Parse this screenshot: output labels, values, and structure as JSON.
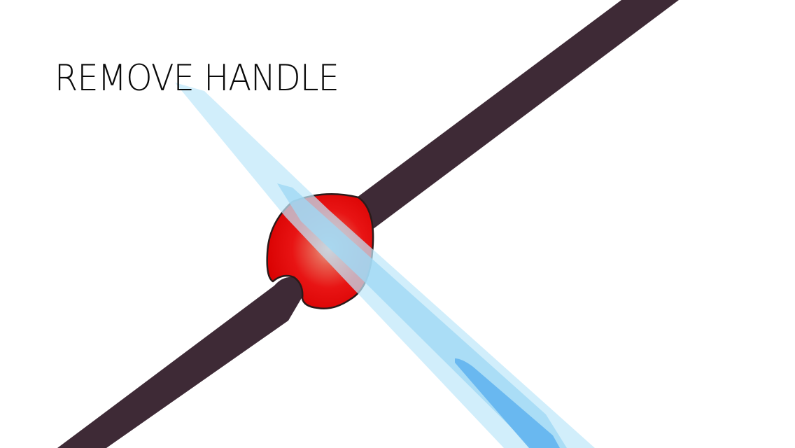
{
  "instruction": {
    "title": "REMOVE HANDLE"
  },
  "scene": {
    "handle": {
      "kind": "handle",
      "color": "#3e2a36"
    },
    "knob": {
      "kind": "knob",
      "color_center": "#e8a090",
      "color_mid": "#e81010",
      "color_edge": "#d00000",
      "outline": "#2a1a1a"
    },
    "slash_trail": {
      "kind": "swipe-trail",
      "color_outer": "#cdeefb",
      "color_mid": "#a4dcf6",
      "color_inner": "#6bb8f2"
    }
  },
  "colors": {
    "background": "#ffffff",
    "text": "#0a0a0a"
  }
}
